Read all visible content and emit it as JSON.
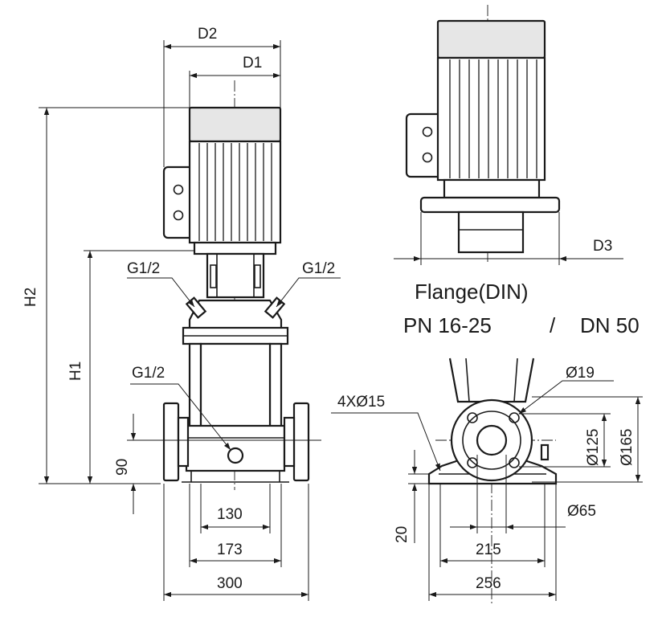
{
  "labels": {
    "d1": "D1",
    "d2": "D2",
    "d3": "D3",
    "h1": "H1",
    "h2": "H2",
    "g_left": "G1/2",
    "g_right": "G1/2",
    "g_drain": "G1/2",
    "dim_90": "90",
    "dim_130": "130",
    "dim_173": "173",
    "dim_300": "300",
    "dim_20": "20",
    "dim_215": "215",
    "dim_256": "256",
    "holes": "4XØ15",
    "dia_19": "Ø19",
    "dia_125": "Ø125",
    "dia_165": "Ø165",
    "dia_65": "Ø65",
    "flange_title": "Flange(DIN)",
    "pn": "PN  16-25",
    "slash": "/",
    "dn": "DN 50"
  }
}
